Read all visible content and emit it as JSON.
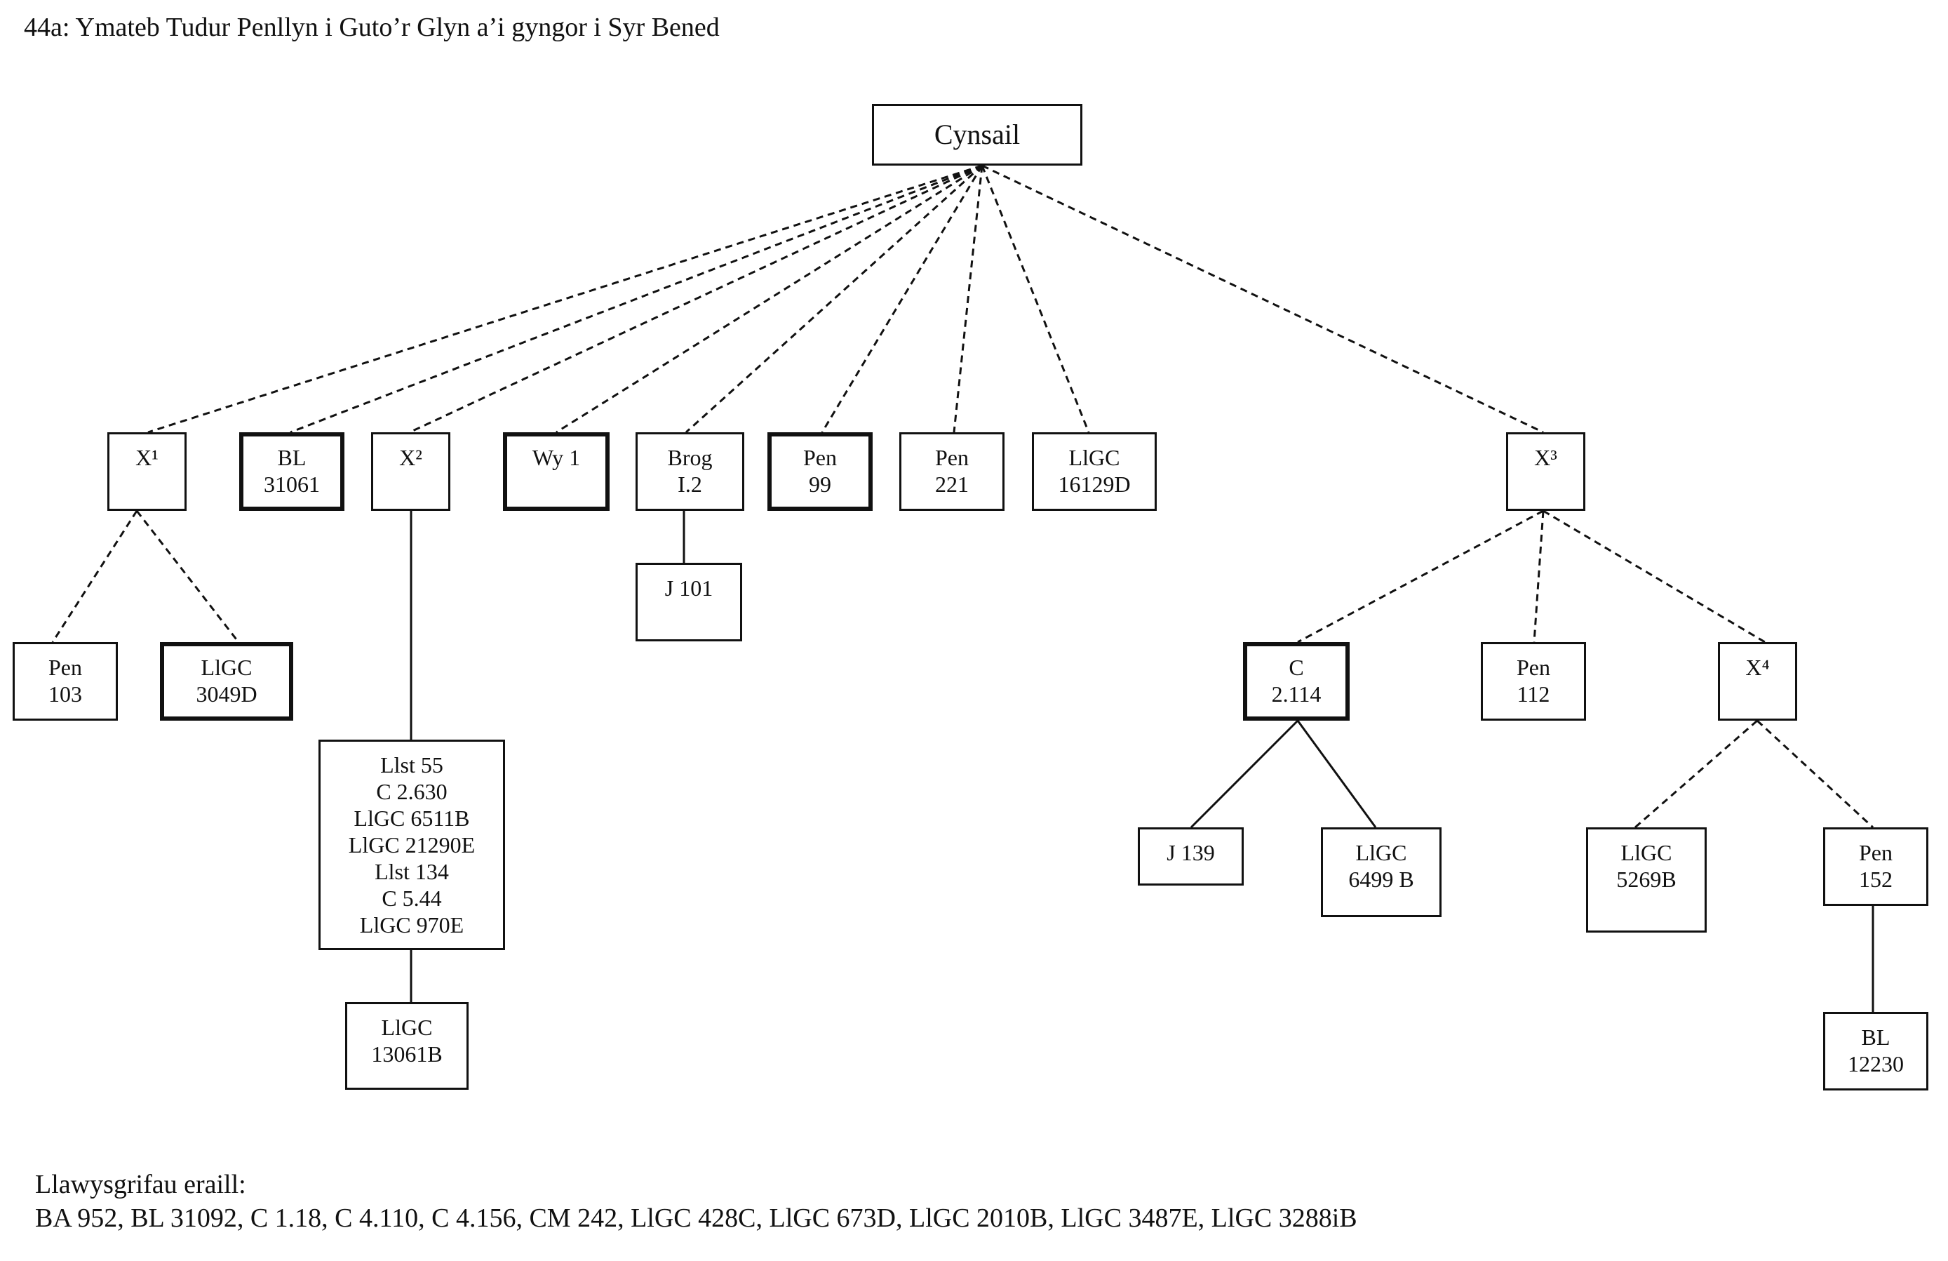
{
  "title": "44a: Ymateb Tudur Penllyn i Guto’r Glyn a’i gyngor i Syr Bened",
  "nodes": {
    "cynsail": [
      "Cynsail"
    ],
    "x1": [
      "X¹"
    ],
    "bl31061": [
      "BL",
      "31061"
    ],
    "x2": [
      "X²"
    ],
    "wy1": [
      "Wy 1"
    ],
    "brog": [
      "Brog",
      "I.2"
    ],
    "pen99": [
      "Pen",
      "99"
    ],
    "pen221": [
      "Pen",
      "221"
    ],
    "llgc16129d": [
      "LlGC",
      "16129D"
    ],
    "x3": [
      "X³"
    ],
    "pen103": [
      "Pen",
      "103"
    ],
    "llgc3049d": [
      "LlGC",
      "3049D"
    ],
    "j101": [
      "J 101"
    ],
    "group": [
      "Llst 55",
      "C 2.630",
      "LlGC 6511B",
      "LlGC 21290E",
      "Llst 134",
      "C 5.44",
      "LlGC 970E"
    ],
    "llgc13061b": [
      "LlGC",
      "13061B"
    ],
    "c2114": [
      "C",
      "2.114"
    ],
    "pen112": [
      "Pen",
      "112"
    ],
    "x4": [
      "X⁴"
    ],
    "j139": [
      "J 139"
    ],
    "llgc6499b": [
      "LlGC",
      "6499 B"
    ],
    "llgc5269b": [
      "LlGC",
      "5269B"
    ],
    "pen152": [
      "Pen",
      "152"
    ],
    "bl12230": [
      "BL",
      "12230"
    ]
  },
  "footer": {
    "heading": "Llawysgrifau eraill:",
    "list": "BA 952, BL 31092, C 1.18, C 4.110, C 4.156, CM 242, LlGC 428C, LlGC 673D, LlGC 2010B, LlGC 3487E, LlGC 3288iB"
  }
}
